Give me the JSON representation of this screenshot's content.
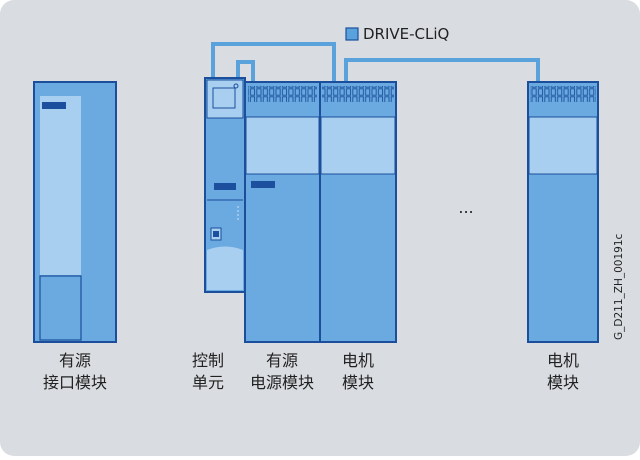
{
  "legend": {
    "label": "DRIVE-CLiQ",
    "color": "#5aa2dc"
  },
  "modules": {
    "active_interface": {
      "line1": "有源",
      "line2": "接口模块"
    },
    "control_unit": {
      "line1": "控制",
      "line2": "单元"
    },
    "active_line": {
      "line1": "有源",
      "line2": "电源模块"
    },
    "motor_1": {
      "line1": "电机",
      "line2": "模块"
    },
    "motor_2": {
      "line1": "电机",
      "line2": "模块"
    }
  },
  "ellipsis": "...",
  "figure_id": "G_D211_ZH_00191c",
  "colors": {
    "background": "#d9dde1",
    "module_fill": "#6aaae0",
    "module_light": "#a9cff0",
    "outline": "#1b4f9c",
    "dark_block": "#1c4f9e",
    "cable": "#5aa2dc"
  }
}
